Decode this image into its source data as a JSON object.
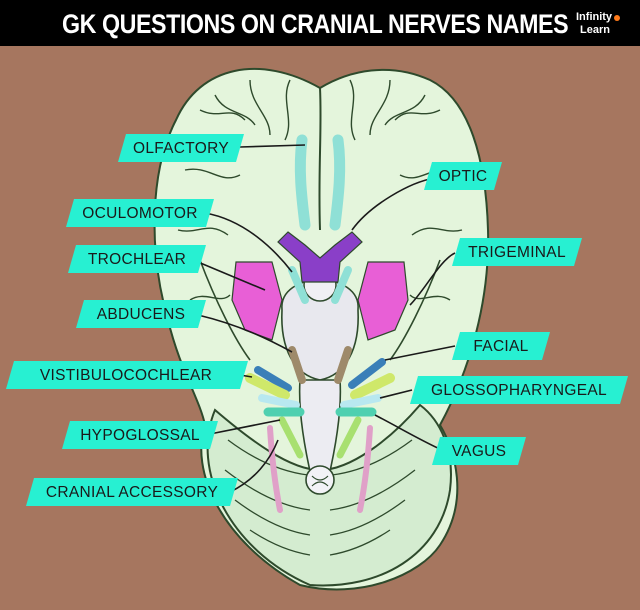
{
  "header": {
    "title": "GK QUESTIONS ON CRANIAL NERVES NAMES",
    "logo_line1": "Infinity",
    "logo_line2": "Learn"
  },
  "colors": {
    "background": "#a6765f",
    "brain_fill": "#e4f5dc",
    "brain_outline": "#2e4a2c",
    "label_fill": "#27f0d2",
    "olfactory_nerve": "#8fe0d6",
    "optic_nerve": "#8a3fc8",
    "trigeminal_nerve": "#e85fd6",
    "abducens_nerve": "#9e8a6a",
    "facial_nerve": "#3a7fb8",
    "vestibulocochlear_nerve": "#cfe86a",
    "glossopharyngeal_nerve": "#b8e8f0",
    "vagus_nerve": "#4fd0b0",
    "hypoglossal_nerve": "#a8e070",
    "accessory_nerve": "#e0a0c8"
  },
  "labels": {
    "olfactory": "OLFACTORY",
    "optic": "OPTIC",
    "oculomotor": "OCULOMOTOR",
    "trigeminal": "TRIGEMINAL",
    "trochlear": "TROCHLEAR",
    "abducens": "ABDUCENS",
    "facial": "FACIAL",
    "vestibulocochlear": "VISTIBULOCOCHLEAR",
    "glossopharyngeal": "GLOSSOPHARYNGEAL",
    "hypoglossal": "HYPOGLOSSAL",
    "vagus": "VAGUS",
    "accessory": "CRANIAL ACCESSORY"
  }
}
